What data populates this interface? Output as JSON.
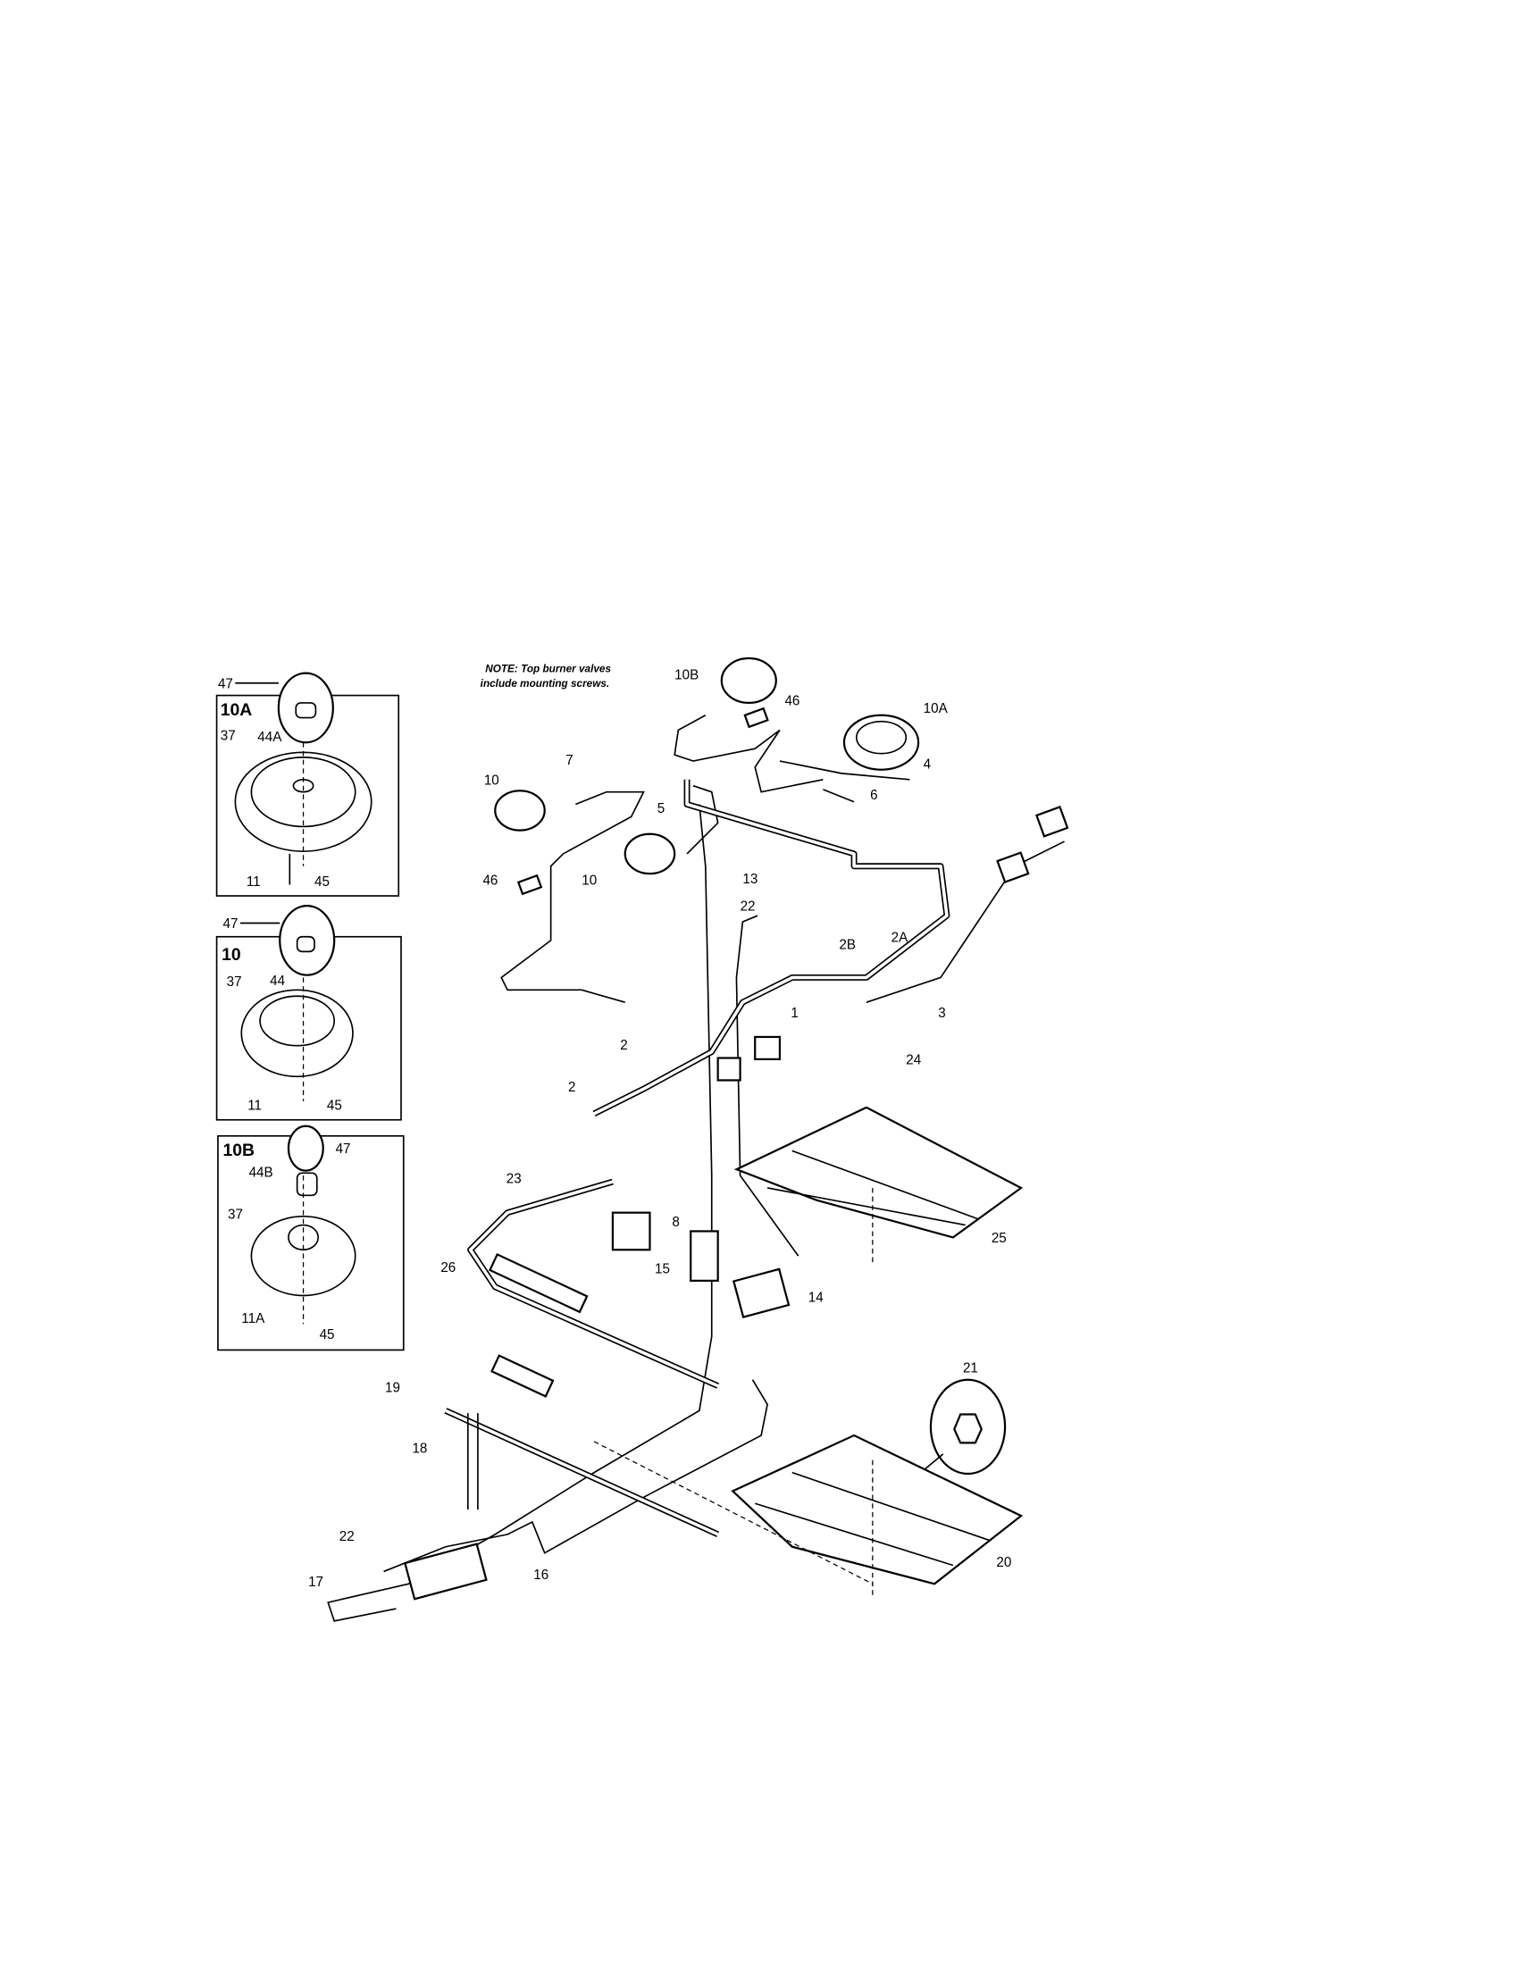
{
  "note": {
    "line1": "NOTE: Top burner valves",
    "line2": "include mounting screws."
  },
  "insets": [
    {
      "title": "10A",
      "labels": {
        "cap": "47",
        "screw": "37",
        "orifice": "44A",
        "bracket": "11",
        "bolt": "45"
      }
    },
    {
      "title": "10",
      "labels": {
        "cap": "47",
        "screw": "37",
        "orifice": "44",
        "bracket": "11",
        "bolt": "45"
      }
    },
    {
      "title": "10B",
      "labels": {
        "cap": "47",
        "screw": "37",
        "orifice": "44B",
        "bracket": "11A",
        "bolt": "45"
      }
    }
  ],
  "callouts": {
    "burner_10b": "10B",
    "clip_46_top": "46",
    "burner_10a": "10A",
    "tube_7": "7",
    "burner_10_left": "10",
    "tube_5": "5",
    "tube_4": "4",
    "tube_6": "6",
    "clip_46_left": "46",
    "burner_10_center": "10",
    "tube_13": "13",
    "tube_22_top": "22",
    "valve_2b": "2B",
    "valve_2a": "2A",
    "harness_3": "3",
    "manifold_1": "1",
    "valve_2_center": "2",
    "fitting_24": "24",
    "valve_2_left": "2",
    "tube_23": "23",
    "module_8": "8",
    "shield_25": "25",
    "igniter_26": "26",
    "bracket_15": "15",
    "regulator_14": "14",
    "igniter_19": "19",
    "nut_21": "21",
    "tube_18": "18",
    "tube_22_bottom": "22",
    "tube_16": "16",
    "valve_17": "17",
    "shield_20": "20"
  }
}
